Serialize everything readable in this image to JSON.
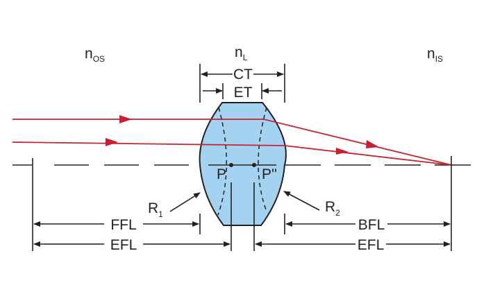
{
  "labels": {
    "n_os": {
      "main": "n",
      "sub": "OS"
    },
    "n_l": {
      "main": "n",
      "sub": "L"
    },
    "n_is": {
      "main": "n",
      "sub": "IS"
    },
    "ct": "CT",
    "et": "ET",
    "p": "P",
    "p2": "P''",
    "r1": {
      "main": "R",
      "sub": "1"
    },
    "r2": {
      "main": "R",
      "sub": "2"
    },
    "ffl": "FFL",
    "efl_left": "EFL",
    "bfl": "BFL",
    "efl_right": "EFL"
  },
  "colors": {
    "lens": "#a3d3f1",
    "ray": "#c8202f",
    "line": "#231f20"
  }
}
